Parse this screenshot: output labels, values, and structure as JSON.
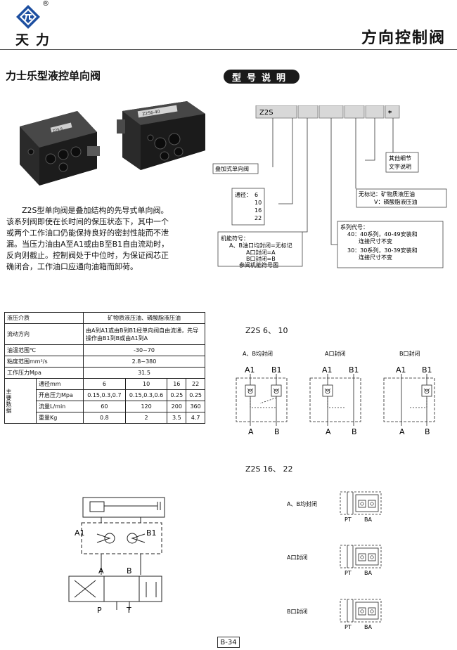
{
  "header": {
    "registered_mark": "®",
    "brand": "天力",
    "title": "方向控制阀"
  },
  "product": {
    "title": "力士乐型液控单向阀",
    "description": "Z2S型单向阀是叠加结构的先导式单向阀。该系列阀即使在长时间的保压状态下，其中一个或两个工作油口仍能保持良好的密封性能而不泄漏。当压力油由A至A1或由B至B1自由流动时，反向则截止。控制阀处于中位时，为保证阀芯正确闭合，工作油口应通向油箱而卸荷。",
    "photo1_label": "Z2S 6",
    "photo2_label": "Z2S6-40"
  },
  "model": {
    "title": "型号说明",
    "code_start": "Z2S",
    "code_end": "*",
    "stack_label": "叠加式单向阀",
    "sizes_label": "通径：",
    "sizes": [
      "6",
      "10",
      "16",
      "22"
    ],
    "function_title": "机能符号：",
    "function_lines": [
      "A、B油口均封闭=无标记",
      "A口封闭=A",
      "B口封闭=B",
      "参阅机能符号图"
    ],
    "series_title": "系列代号：",
    "series_lines": [
      "40：40系列，40-49安装和",
      "连接尺寸不变",
      "30：30系列，30-39安装和",
      "连接尺寸不变"
    ],
    "seal_lines": [
      "无标记：矿物质液压油",
      "V：磷酸脂液压油"
    ],
    "detail_lines": [
      "其他细节",
      "文字说明"
    ]
  },
  "spec": {
    "rows": [
      {
        "label": "液压介质",
        "value": "矿物质液压油、磷酸脂液压油"
      },
      {
        "label": "流动方向",
        "value": "由A到A1或由B到B1经单向阀自由流通，先导操作由B1到B或由A1到A"
      },
      {
        "label": "油温范围℃",
        "value": "-30~70"
      },
      {
        "label": "粘度范围mm²/s",
        "value": "2.8~380"
      },
      {
        "label": "工作压力Mpa",
        "value": "31.5"
      }
    ],
    "group_label": "主要数据",
    "sub_rows": [
      {
        "label": "通径mm",
        "values": [
          "6",
          "10",
          "16",
          "22"
        ]
      },
      {
        "label": "开启压力Mpa",
        "values": [
          "0.15,0.3,0.7",
          "0.15,0.3,0.6",
          "0.25",
          "0.25"
        ]
      },
      {
        "label": "流量L/min",
        "values": [
          "60",
          "120",
          "200",
          "360"
        ]
      },
      {
        "label": "重量Kg",
        "values": [
          "0.8",
          "2",
          "3.5",
          "4.7"
        ]
      }
    ]
  },
  "symbols_small": {
    "heading": "Z2S 6、  10",
    "variants": [
      "A、B均封闭",
      "A口封闭",
      "B口封闭"
    ],
    "port_a1": "A1",
    "port_b1": "B1",
    "port_a": "A",
    "port_b": "B"
  },
  "symbols_large": {
    "heading": "Z2S 16、  22",
    "variants": [
      "A、B均封闭",
      "A口封闭",
      "B口封闭"
    ],
    "port_pt": "PT",
    "port_ba": "BA"
  },
  "circuit": {
    "a1": "A1",
    "b1": "B1",
    "a": "A",
    "b": "B",
    "p": "P",
    "t": "T"
  },
  "page": {
    "number": "B-34"
  }
}
